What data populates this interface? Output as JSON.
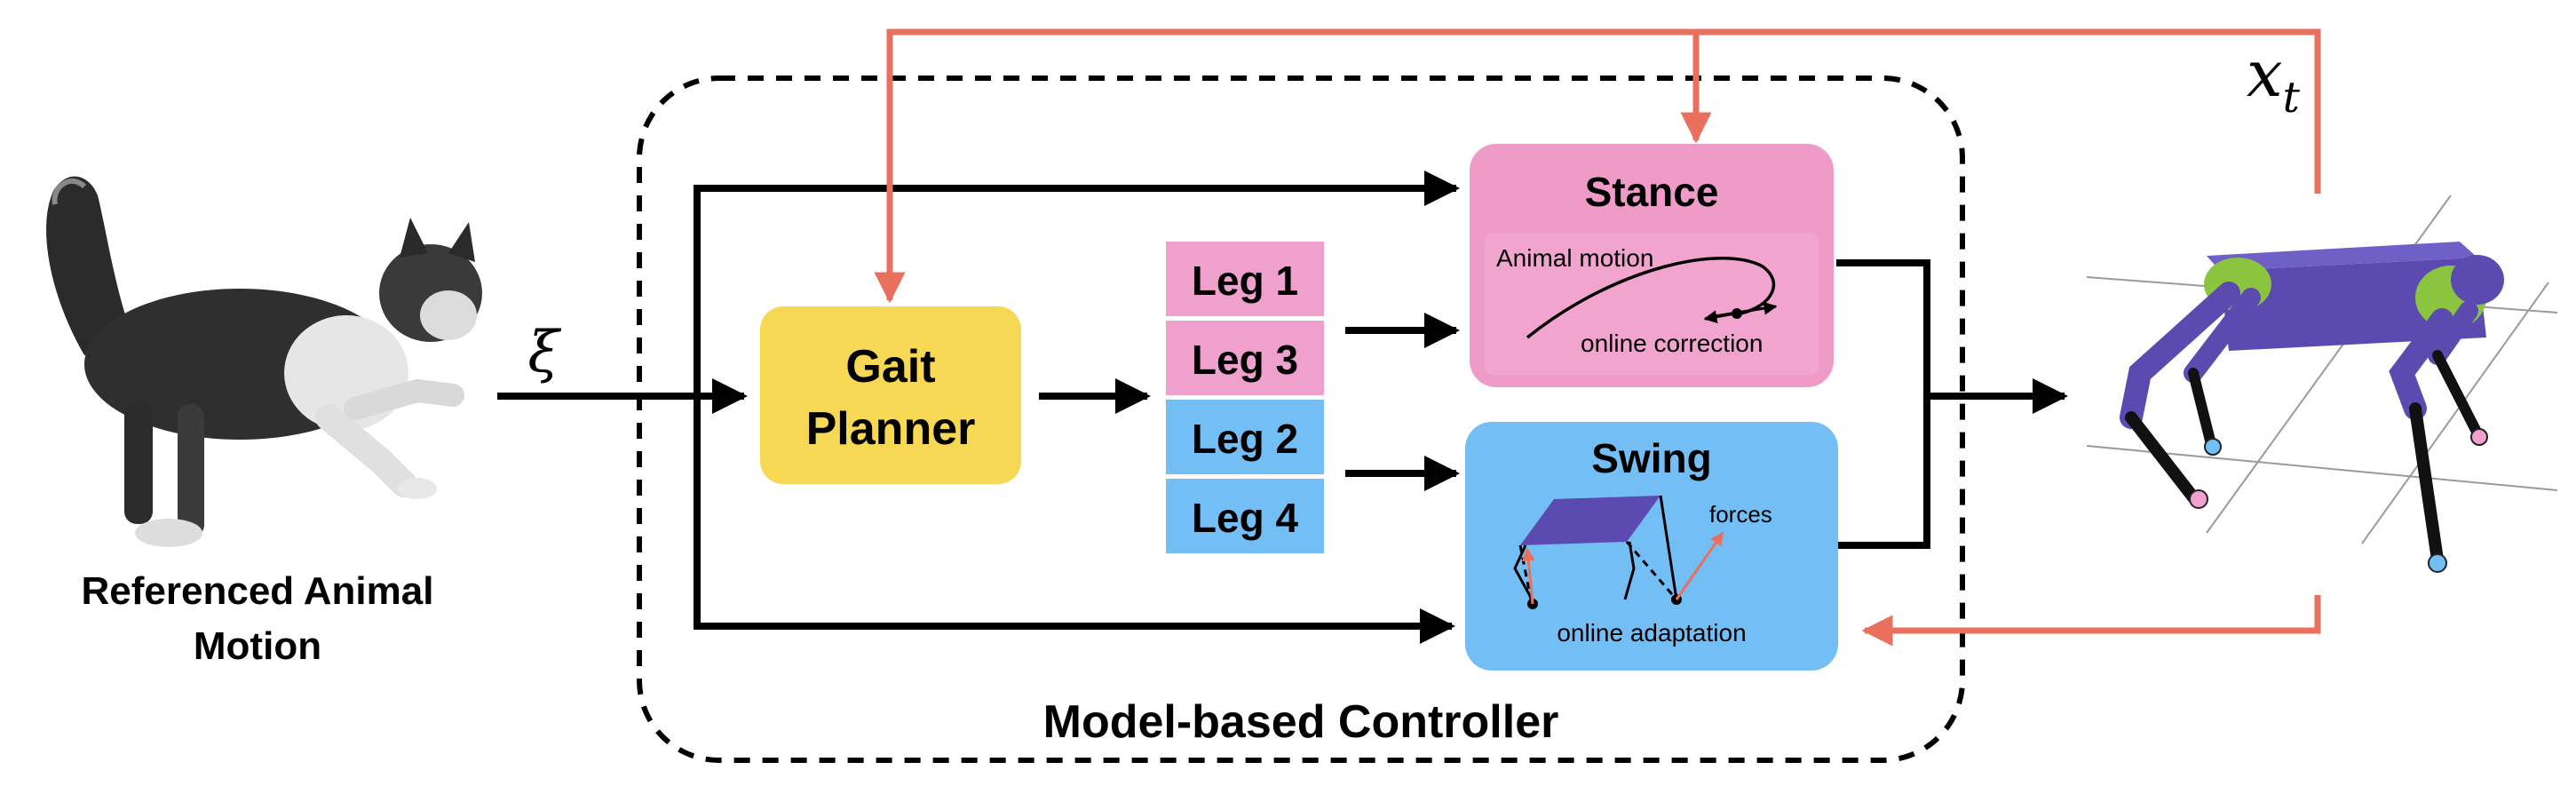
{
  "colors": {
    "feedback": "#E8705C",
    "gait_planner": "#F7D855",
    "stance": "#EF9BC8",
    "swing": "#74BEF6",
    "leg_pink": "#EFA0CC",
    "leg_blue": "#74BEF6",
    "robot_body": "#5B4BB0",
    "robot_joint": "#8BC53F"
  },
  "input": {
    "caption_line1": "Referenced Animal",
    "caption_line2": "Motion",
    "symbol": "ξ"
  },
  "controller_label": "Model-based Controller",
  "gait_planner": {
    "line1": "Gait",
    "line2": "Planner"
  },
  "legs": [
    "Leg 1",
    "Leg 3",
    "Leg 2",
    "Leg 4"
  ],
  "stance": {
    "title": "Stance",
    "trajectory_label": "Animal motion",
    "correction_label": "online correction"
  },
  "swing": {
    "title": "Swing",
    "forces_label": "forces",
    "adaptation_label": "online adaptation"
  },
  "state_symbol": {
    "base": "x",
    "subscript": "t"
  },
  "icons": [
    "cat-photo",
    "quadruped-robot"
  ]
}
